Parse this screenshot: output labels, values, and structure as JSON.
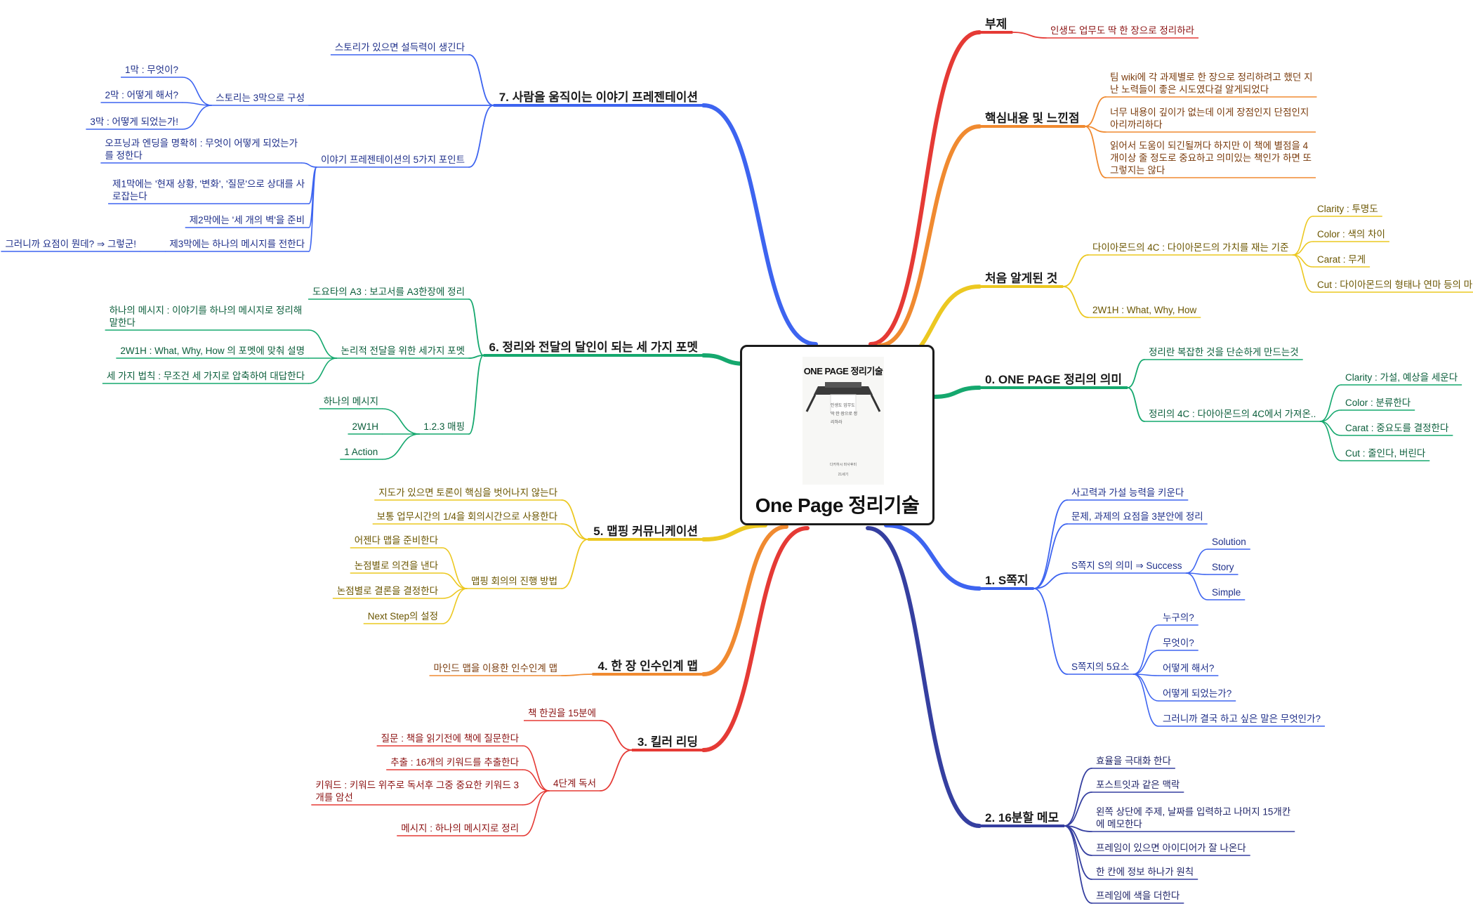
{
  "center": {
    "title": "One Page 정리기술",
    "book": {
      "cover_title": "ONE PAGE 정리기술",
      "cover_subtitle": "인생도 업무도 딱 한 장으로 정리하라",
      "author": "다카하시 마사후미",
      "publisher": "21세기"
    }
  },
  "colors": {
    "red": "#e53a35",
    "orange": "#f08a30",
    "yellow": "#ecc821",
    "teal": "#15a86e",
    "blue": "#3d64f0",
    "navy": "#353fa0",
    "center_border": "#1b1b1b"
  },
  "right": [
    {
      "label": "부제",
      "color": "red",
      "children": [
        {
          "label": "인생도 업무도 딱 한 장으로 정리하라"
        }
      ]
    },
    {
      "label": "핵심내용 및 느낀점",
      "color": "orange",
      "children": [
        {
          "label": "팀 wiki에 각 과제별로 한 장으로 정리하려고 했던 지난 노력들이 좋은 시도였다걸 알게되었다"
        },
        {
          "label": "너무 내용이 깊이가 없는데 이게 장점인지 단점인지 아리까리하다"
        },
        {
          "label": "읽어서 도움이 되긴될꺼다 하지만 이 책에 별점을 4개이상 줄 정도로 중요하고 의미있는 책인가 하면 또 그렇지는 않다"
        }
      ]
    },
    {
      "label": "처음 알게된 것",
      "color": "yellow",
      "children": [
        {
          "label": "다이아몬드의 4C : 다이아몬드의 가치를 재는 기준",
          "children": [
            {
              "label": "Clarity : 투명도"
            },
            {
              "label": "Color : 색의 차이"
            },
            {
              "label": "Carat : 무게"
            },
            {
              "label": "Cut : 다이아몬드의 형태나 연마 등의 마감"
            }
          ]
        },
        {
          "label": "2W1H : What, Why, How"
        }
      ]
    },
    {
      "label": "0. ONE PAGE 정리의 의미",
      "color": "teal",
      "children": [
        {
          "label": "정리란 복잡한 것을 단순하게 만드는것"
        },
        {
          "label": "정리의 4C : 다아아몬드의 4C에서 가져온..",
          "children": [
            {
              "label": "Clarity : 가설, 예상을 세운다"
            },
            {
              "label": "Color : 분류한다"
            },
            {
              "label": "Carat : 중요도를 결정한다"
            },
            {
              "label": "Cut : 줄인다, 버린다"
            }
          ]
        }
      ]
    },
    {
      "label": "1. S쪽지",
      "color": "blue",
      "children": [
        {
          "label": "사고력과 가설 능력을 키운다"
        },
        {
          "label": "문제, 과제의 요점을 3분안에 정리"
        },
        {
          "label": "S쪽지 S의 의미 ⇒ Success",
          "children": [
            {
              "label": "Solution"
            },
            {
              "label": "Story"
            },
            {
              "label": "Simple"
            }
          ]
        },
        {
          "label": "S쪽지의 5요소",
          "children": [
            {
              "label": "누구의?"
            },
            {
              "label": "무엇이?"
            },
            {
              "label": "어떻게 해서?"
            },
            {
              "label": "어떻게 되었는가?"
            },
            {
              "label": "그러니까 결국 하고 싶은 말은 무엇인가?"
            }
          ]
        }
      ]
    },
    {
      "label": "2. 16분할 메모",
      "color": "navy",
      "children": [
        {
          "label": "효율을 극대화 한다"
        },
        {
          "label": "포스트잇과 같은 맥락"
        },
        {
          "label": "왼쪽 상단에 주제, 날짜를 입력하고 나머지 15개칸에 메모한다"
        },
        {
          "label": "프레임이 있으면 아이디어가 잘 나온다"
        },
        {
          "label": "한 칸에 정보 하나가 원칙"
        },
        {
          "label": "프레임에 색을 더한다"
        }
      ]
    }
  ],
  "left": [
    {
      "label": "7. 사람을 움직이는 이야기 프레젠테이션",
      "color": "blue",
      "children": [
        {
          "label": "스토리가 있으면 설득력이 생긴다"
        },
        {
          "label": "스토리는 3막으로 구성",
          "children": [
            {
              "label": "1막 : 무엇이?"
            },
            {
              "label": "2막 : 어떻게 해서?"
            },
            {
              "label": "3막 : 어떻게 되었는가!"
            }
          ]
        },
        {
          "label": "이야기 프레젠테이션의 5가지 포인트",
          "children": [
            {
              "label": "오프닝과 엔딩을 명확히 : 무엇이 어떻게 되었는가를 정한다"
            },
            {
              "label": "제1막에는 '현재 상황, '변화', '질문'으로 상대를 사로잡는다"
            },
            {
              "label": "제2막에는 '세 개의 벽'을 준비"
            },
            {
              "label": "제3막에는 하나의 메시지를 전한다",
              "children": [
                {
                  "label": "그러니까 요점이 뭔데? ⇒ 그렇군!"
                }
              ]
            }
          ]
        }
      ]
    },
    {
      "label": "6. 정리와 전달의 달인이 되는 세 가지 포멧",
      "color": "teal",
      "children": [
        {
          "label": "도요타의 A3 : 보고서를 A3한장에 정리"
        },
        {
          "label": "논리적 전달을 위한 세가지 포멧",
          "children": [
            {
              "label": "하나의 메시지 : 이야기를 하나의 메시지로 정리해 말한다"
            },
            {
              "label": "2W1H : What, Why, How 의 포멧에 맞춰 설명"
            },
            {
              "label": "세 가지 법칙 : 무조건 세 가지로 압축하여 대답한다"
            }
          ]
        },
        {
          "label": "1.2.3 매핑",
          "children": [
            {
              "label": "하나의 메시지"
            },
            {
              "label": "2W1H"
            },
            {
              "label": "1 Action"
            }
          ]
        }
      ]
    },
    {
      "label": "5. 맵핑 커뮤니케이션",
      "color": "yellow",
      "children": [
        {
          "label": "지도가 있으면 토론이 핵심을 벗어나지 않는다"
        },
        {
          "label": "보통 업무시간의 1/4을 회의시간으로 사용한다"
        },
        {
          "label": "맵핑 회의의 진행 방법",
          "children": [
            {
              "label": "어젠다 맵을 준비한다"
            },
            {
              "label": "논점별로 의견을 낸다"
            },
            {
              "label": "논점별로 결론을 결정한다"
            },
            {
              "label": "Next Step의 설정"
            }
          ]
        }
      ]
    },
    {
      "label": "4. 한 장 인수인계 맵",
      "color": "orange",
      "children": [
        {
          "label": "마인드 맵을 이용한 인수인계 맵"
        }
      ]
    },
    {
      "label": "3. 킬러 리딩",
      "color": "red",
      "children": [
        {
          "label": "책 한권을 15분에"
        },
        {
          "label": "4단계 독서",
          "children": [
            {
              "label": "질문 : 책을 읽기전에 책에 질문한다"
            },
            {
              "label": "추출 : 16개의 키워드를 추출한다"
            },
            {
              "label": "키워드 : 키워드 위주로 독서후 그중 중요한 키워드 3개를 암선"
            },
            {
              "label": "메시지 : 하나의 메시지로 정리"
            }
          ]
        }
      ]
    }
  ]
}
